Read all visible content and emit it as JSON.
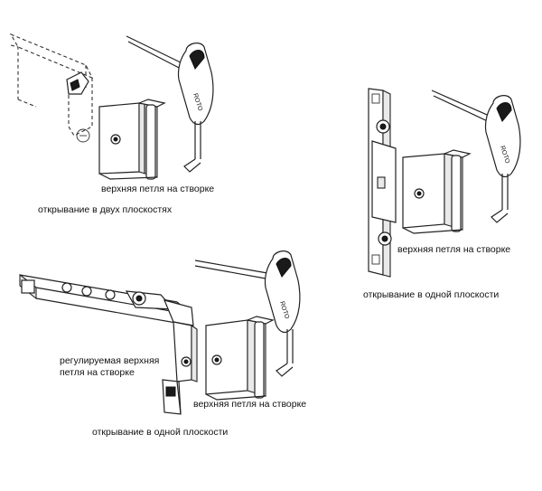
{
  "labels": {
    "top_left_hinge": "верхняя петля на створке",
    "top_left_opening": "открывание в двух плоскостях",
    "right_hinge": "верхняя петля на створке",
    "right_opening": "открывание в одной плоскости",
    "adjustable_hinge": "регулируемая верхняя петля на створке",
    "bottom_hinge": "верхняя петля на створке",
    "bottom_opening": "открывание в одной плоскости"
  },
  "tool_brand": "ROTO",
  "colors": {
    "line": "#222222",
    "background": "#ffffff",
    "handle": "#1a1a1a"
  }
}
